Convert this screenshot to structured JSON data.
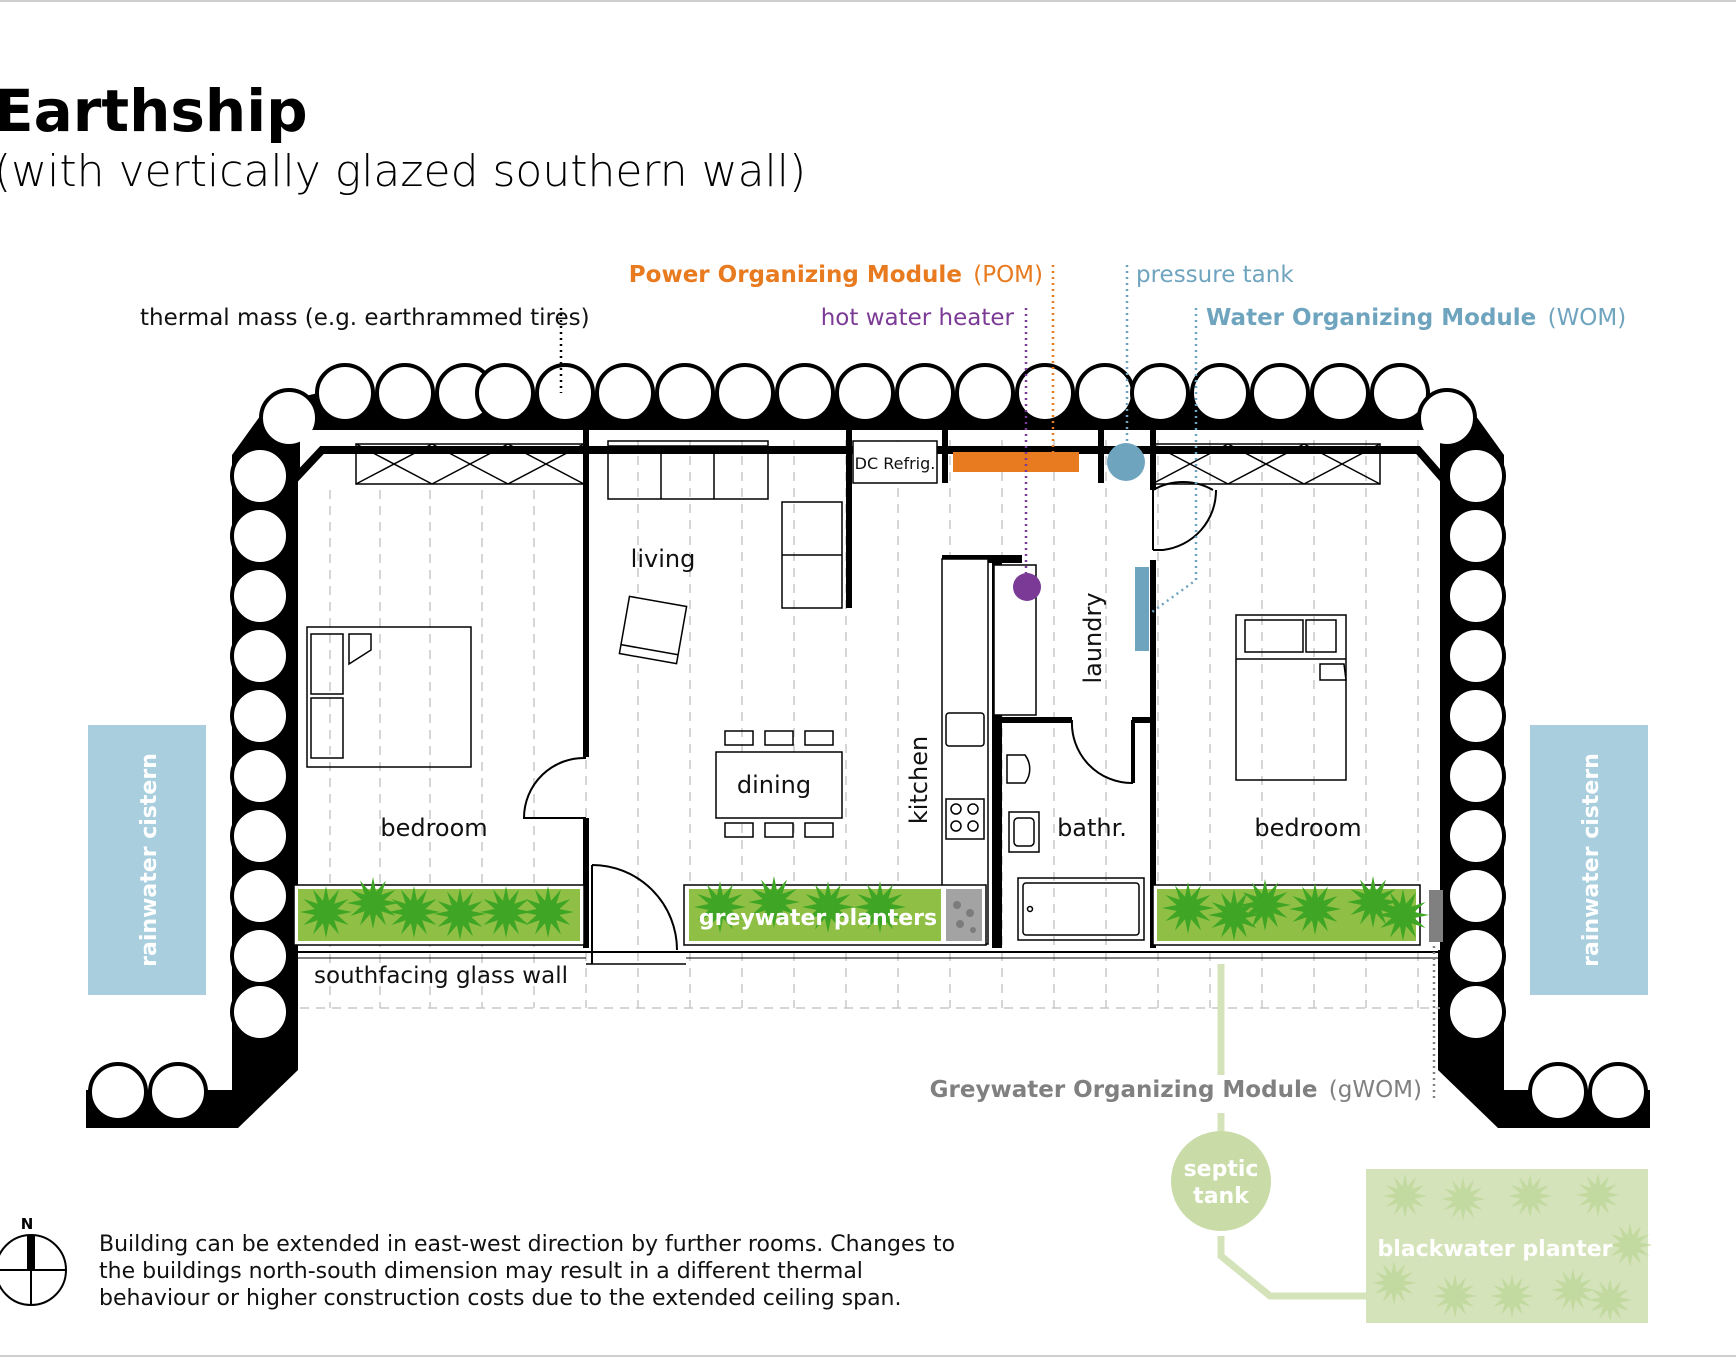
{
  "title": "Earthship",
  "subtitle": "(with vertically glazed southern wall)",
  "labels": {
    "thermal_mass": "thermal mass (e.g. earthrammed tires)",
    "pom_bold": "Power Organizing Module",
    "pom_abbr": "(POM)",
    "hot_water_heater": "hot water heater",
    "pressure_tank": "pressure tank",
    "wom_bold": "Water Organizing Module",
    "wom_abbr": "(WOM)",
    "gwom_bold": "Greywater Organizing Module",
    "gwom_abbr": "(gWOM)",
    "dc_refrig": "DC Refrig.",
    "southfacing_glass_wall": "southfacing glass wall",
    "greywater_planters": "greywater planters",
    "rainwater_cistern_left": "rainwater cistern",
    "rainwater_cistern_right": "rainwater cistern",
    "septic_tank_line1": "septic",
    "septic_tank_line2": "tank",
    "blackwater_planter": "blackwater planter",
    "north": "N"
  },
  "rooms": {
    "bedroom_west": "bedroom",
    "living": "living",
    "dining": "dining",
    "kitchen": "kitchen",
    "laundry": "laundry",
    "bathroom": "bathr.",
    "bedroom_east": "bedroom"
  },
  "note": "Building can be extended in east-west direction by further rooms. Changes to the buildings north-south dimension may result in a different thermal behaviour or higher construction costs due to the extended ceiling span.",
  "colors": {
    "power": "#e87a1f",
    "hot_water": "#7b3a96",
    "water": "#6fa4bf",
    "cistern": "#a9cfde",
    "planter": "#8fc045",
    "plant": "#3fa524",
    "septic": "#c9dba7",
    "blackwater": "#d4e3b9",
    "grey": "#808080",
    "wall": "#000000"
  }
}
